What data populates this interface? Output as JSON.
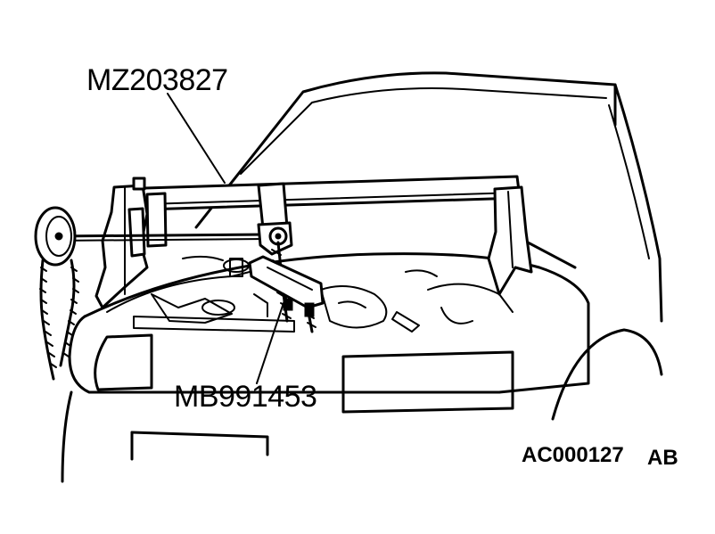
{
  "labels": {
    "tool_top": "MZ203827",
    "tool_bottom": "MB991453",
    "figure_code": "AC000127",
    "figure_suffix": "AB"
  }
}
